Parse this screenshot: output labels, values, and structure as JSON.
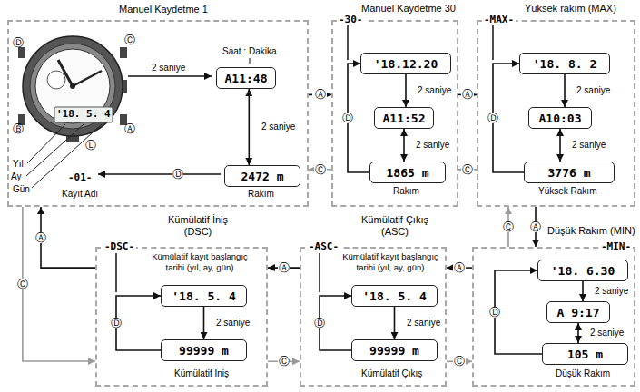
{
  "diagram": {
    "nodes": [
      {
        "text": [
          "Manuel Kaydetme 1"
        ]
      },
      {
        "text": [
          "A11:48"
        ],
        "in": 0
      },
      {
        "text": [
          "2472 m"
        ],
        "in": 0
      },
      {
        "text": [
          "-30-",
          "Manuel Kaydetme 30"
        ]
      },
      {
        "text": [
          "'18.12.20"
        ],
        "in": 3
      },
      {
        "text": [
          "A11:52"
        ],
        "in": 3
      },
      {
        "text": [
          "1865 m"
        ],
        "in": 3
      },
      {
        "text": [
          "-MAX-",
          "Yüksek rakım (MAX)"
        ]
      },
      {
        "text": [
          "'18. 8. 2"
        ],
        "in": 7
      },
      {
        "text": [
          "A10:03"
        ],
        "in": 7
      },
      {
        "text": [
          "3776 m"
        ],
        "in": 7
      },
      {
        "text": [
          "-MIN-",
          "Düşük Rakım (MIN)"
        ]
      },
      {
        "text": [
          "'18. 6.30"
        ],
        "in": 11
      },
      {
        "text": [
          "A 9:17"
        ],
        "in": 11
      },
      {
        "text": [
          "105 m"
        ],
        "in": 11
      },
      {
        "text": [
          "-ASC-",
          "Kümülatif Çıkış (ASC)"
        ]
      },
      {
        "text": [
          "'18. 5. 4"
        ],
        "in": 15
      },
      {
        "text": [
          "99999 m"
        ],
        "in": 15
      },
      {
        "text": [
          "-DSC-",
          "Kümülatif İniş (DSC)"
        ]
      },
      {
        "text": [
          "'18. 5. 4"
        ],
        "in": 18
      },
      {
        "text": [
          "99999 m"
        ],
        "in": 18
      }
    ],
    "edges": [
      {
        "from": 1,
        "to": 2,
        "arrow": "both",
        "label": "2 saniye"
      },
      {
        "from": 0,
        "to": 3,
        "arrow": "to",
        "label": "Ⓐ"
      },
      {
        "from": 3,
        "to": 0,
        "arrow": "to",
        "label": "Ⓒ"
      },
      {
        "from": 4,
        "to": 5,
        "arrow": "to",
        "label": "2 saniye"
      },
      {
        "from": 5,
        "to": 6,
        "arrow": "both",
        "label": "2 saniye"
      },
      {
        "from": 6,
        "to": 4,
        "arrow": "to",
        "label": "Ⓓ"
      },
      {
        "from": 3,
        "to": 7,
        "arrow": "to",
        "label": "Ⓐ"
      },
      {
        "from": 7,
        "to": 3,
        "arrow": "to",
        "label": "Ⓒ"
      },
      {
        "from": 8,
        "to": 9,
        "arrow": "to",
        "label": "2 saniye"
      },
      {
        "from": 9,
        "to": 10,
        "arrow": "both",
        "label": "2 saniye"
      },
      {
        "from": 10,
        "to": 8,
        "arrow": "to",
        "label": "Ⓓ"
      },
      {
        "from": 7,
        "to": 11,
        "arrow": "to",
        "label": "Ⓐ"
      },
      {
        "from": 11,
        "to": 7,
        "arrow": "to",
        "label": "Ⓒ"
      },
      {
        "from": 12,
        "to": 13,
        "arrow": "to",
        "label": "2 saniye"
      },
      {
        "from": 13,
        "to": 14,
        "arrow": "both",
        "label": "2 saniye"
      },
      {
        "from": 14,
        "to": 12,
        "arrow": "to",
        "label": "Ⓓ"
      },
      {
        "from": 11,
        "to": 15,
        "arrow": "to",
        "label": "Ⓐ"
      },
      {
        "from": 15,
        "to": 11,
        "arrow": "to",
        "label": "Ⓒ"
      },
      {
        "from": 16,
        "to": 17,
        "arrow": "to",
        "label": "2 saniye"
      },
      {
        "from": 17,
        "to": 16,
        "arrow": "to",
        "label": "Ⓓ"
      },
      {
        "from": 15,
        "to": 18,
        "arrow": "to",
        "label": "Ⓐ"
      },
      {
        "from": 18,
        "to": 15,
        "arrow": "to",
        "label": "Ⓒ"
      },
      {
        "from": 19,
        "to": 20,
        "arrow": "to",
        "label": "2 saniye"
      },
      {
        "from": 20,
        "to": 19,
        "arrow": "to",
        "label": "Ⓓ"
      },
      {
        "from": 18,
        "to": 0,
        "arrow": "to",
        "label": "Ⓐ"
      },
      {
        "from": 0,
        "to": 18,
        "arrow": "to",
        "label": "Ⓒ"
      }
    ],
    "labels": [
      "'18. 5. 4",
      "Ⓓ",
      "Ⓒ",
      "Ⓑ",
      "Ⓐ",
      "Ⓛ",
      "Yıl",
      "Ay",
      "Gün",
      "-01-",
      "Kayıt Adı",
      "2 saniye",
      "Saat : Dakika",
      "Rakım",
      "Ⓓ",
      "Rakım",
      "Yüksek Rakım",
      "Düşük Rakım",
      "Kümülatif kayıt başlangıç tarihi (yıl, ay, gün)",
      "Kümülatif Çıkış",
      "Kümülatif kayıt başlangıç tarihi (yıl, ay, gün)",
      "Kümülatif İniş"
    ]
  }
}
